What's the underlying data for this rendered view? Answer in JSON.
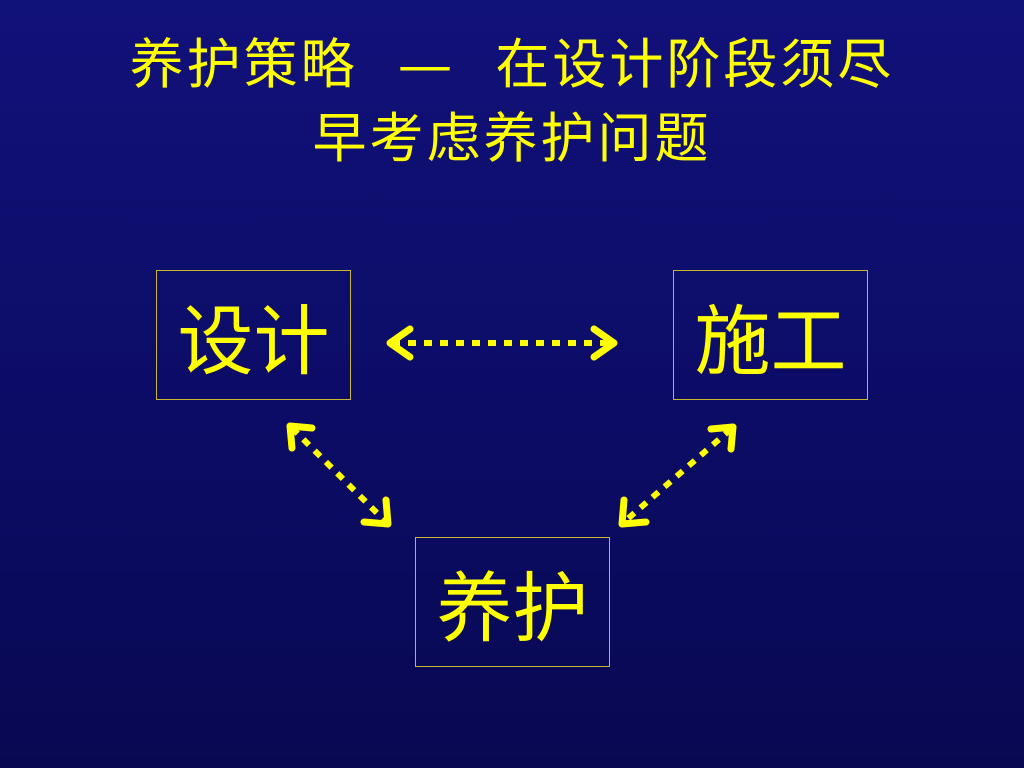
{
  "slide": {
    "title_line1": "养护策略  —  在设计阶段须尽",
    "title_line2": "早考虑养护问题"
  },
  "diagram": {
    "nodes": [
      {
        "id": "design",
        "label": "设计"
      },
      {
        "id": "construction",
        "label": "施工"
      },
      {
        "id": "maintenance",
        "label": "养护"
      }
    ],
    "edges": [
      {
        "from": "design",
        "to": "construction",
        "style": "dotted",
        "direction": "bidirectional"
      },
      {
        "from": "design",
        "to": "maintenance",
        "style": "dotted",
        "direction": "bidirectional"
      },
      {
        "from": "construction",
        "to": "maintenance",
        "style": "dotted",
        "direction": "bidirectional"
      }
    ],
    "colors": {
      "background": "#0c0c66",
      "text": "#ffff00",
      "arrow": "#ffff00",
      "box_border": "#c8b830"
    }
  }
}
